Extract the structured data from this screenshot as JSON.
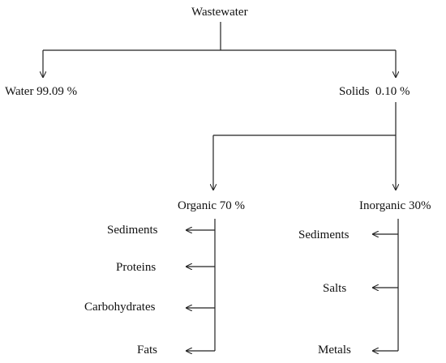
{
  "diagram": {
    "root": "Wastewater",
    "water": "Water 99.09 %",
    "solids": "Solids  0.10 %",
    "organic": {
      "label": "Organic 70 %",
      "items": [
        "Sediments",
        "Proteins",
        "Carbohydrates",
        "Fats"
      ]
    },
    "inorganic": {
      "label": "Inorganic 30%",
      "items": [
        "Sediments",
        "Salts",
        "Metals"
      ]
    }
  },
  "colors": {
    "line": "#222222",
    "text": "#111111",
    "background": "#ffffff"
  }
}
